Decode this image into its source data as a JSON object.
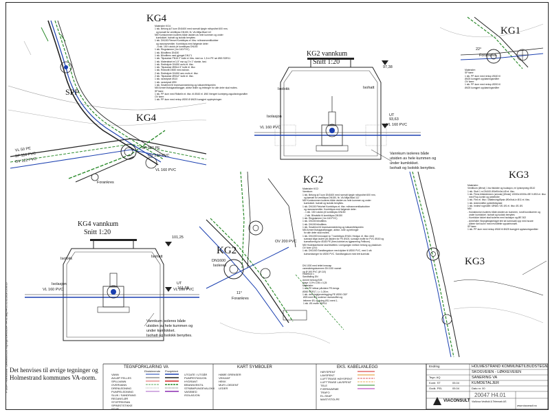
{
  "drawing": {
    "titles": {
      "kg4_top": "KG4",
      "kg4_mid": "KG4",
      "kg1": "KG1",
      "kg2_vannkum": "KG2 vannkum",
      "kg2_snitt": "Snitt 1:20",
      "kg2_plan": "KG2",
      "kg2_plan_b": "KG2",
      "kg3_right": "KG3",
      "kg3_plan": "KG3",
      "kg4_vannkum": "KG4 vannkum",
      "kg4_snitt": "Snitt 1:20",
      "spp": "SPP"
    },
    "section_labels": {
      "isolokk": "Isolokk",
      "isohatt": "Isohatt",
      "isolasjon": "Isolasjon",
      "vl_pvc": "VL 160 PVC",
      "level_top_kg2": "97,38",
      "level_ut_kg2": "93,63",
      "level_top_kg4": "101,25",
      "level_ut_kg4": "161,58",
      "ut_label": "UT",
      "vannkum_note_1": "Vannkum isoleres både",
      "vannkum_note_2": "utsiden av hele kummen og",
      "vannkum_note_3": "under kumlokket.",
      "vannkum_note_4": "Isohatt og Isolokk benyttes."
    },
    "pipe_labels": {
      "sp160": "SP 160 PE",
      "ov200": "OV 200 PVC",
      "vl160": "VL 160 PVC",
      "vl50": "VL 50 PE",
      "sp110": "SP 110 PVC",
      "ov122": "OV 122 PVC",
      "ov200_b": "OV 200 PVC",
      "forankres": "Forankres",
      "angle_22": "22°",
      "angle_11": "11°",
      "dn1600": "DN1600",
      "isoleres": "Isoleres"
    },
    "kg4_spec": "Materialer KG4:\n1 stk. Betong tp7 kum DN1600 med normalt kjegle m/topsthel 600 mm,\n  og komøtl for ventilkyss DN150, fb. VA-Miljø-Blad 112\nNB! Kumkommen isoleres både utsiden av hele kummen og under\n  kumlokket. Isohatt og isolokk benyttes\n1 stk. DN150 Flenset Kombikyss el. tilsv. m/brannventilkobber\n  og ravsnavventiler. Kombikyss med følgende deler:\n  - 6 stk. 150 t-stokk (el kombikyss DN150\n1 stk. Ringstamme (1m 160 PVC)\n1 stk. Blindflens DN150\n1 stk. Blindflens med gjenget DN1\"1\n1 stk. Tilpassbar PN16 2\" kulle el. tilsv. med ca. 1,5 m PE rør Ø63 SDR11\n1 stk. Materialsel m/1,5\" mø og 1\"e 1\" slanke, fast.\n1 stk. Rediskjole DN150 ravfu el. tilsv.\n1 stk. Tilpassbar Ø55x1.5\" kulle el. tilsv.\n1 stk. Redsnitt DN50 med avkran.\n2 stk. Rediskjole DN150 rørs mofs el. tilsv.\n2 stk. Tilpassbar Ø90x2\" kulle el. tilsv.\n1 stk. ravsnipsel Ø110\n1 stk. ravsnipsel Ø90\n1 stk. Smøtrinnl til brannvannsledning og lokkamrfelspedim\nNB! Armert lfutsigaralfangger, aktive ledler og tetinnger for alle deler skal moltes.\nSP fører:\n1 stk. PP-kum med Ridkelin el. tilsv. til Ø160 el. Ø40 ihengert kumbjerg-ragudisningsmåter\nOV fører:\n1 stk. PP-kum med renlop Ø200 Ø Ø425 kumgjert oppbrytningen",
    "kg1_spec": "Materialer:\nSP fører:\n1 stk. PP-kum med renlop Ø160 til\nØ425 kumgjert oppløsningsmåter\nOV fører:\n1 stk. PP-kum med renlop Ø200 til\nØ425 kumgjert oppløsningsmåter",
    "kg2_spec": "Materialer KG2:\nVannkum:\n1 stk. Betong tp7 kum DN1600 med normalt kjegle m/topsthel 600 mm,\n  og kømøtl for ventilkyss DN150, fb. VA-Miljø-Blad 112\nNB! Kumkommen isoleres både utsiden av hele kummen og under\n  kumlokket. Isohatt og isolokk benyttes.\n1 stk. DN150 Flekchef Kombikyss el. tilsv. m/brannventilavkobber\n  og ravsnavventiler. Kombikyss med følgende deler:\n  - 1 stk. 150 t-stokk (el kombikyss DN150\n  - 2 stk. Blindsikk til kombikyss DN150\n1 stk. Ringstamme (1m 160 PVC)\n1 stk. DN150 blindflens\n1 stk. DN150 blindflens\n1 stk. Smøtrinnl til brannvannsledning og lokkamrfelspedim\nNB! Armert lfutsigaralfangger, aktive- rolitr og tetinnger\n  for alle deler skal moltes.\n1 stk. DN1000 Innsnapm tp T kombikyss BYAN, Hedgur, el. tilsv. med\n  sunnøyt kilge-isolert på utsiden for PE Ø100, sunnapt mofle for PVC Ø160 og\n  kumrafsering for Ø160 PE (fires kobrket av tgjøsnering Fellbom).\nNB! Hodestamfanne skal tilsettles i overgangen mellom betong og plaskkum\nOV forer (OV):\n1 stk. DN1000 Sandfangskum med dykker til Ø200 PVC, med 1 stk\n  kumsedavnger for Ø200 PVC. Sandfangskum med tett kumlokk",
    "kg3_spec": "Materialer:\nVentilkum (Ørnst) 1 kw tilsidder og isolasjon, m/ lydsmpning Ø110\n1 stk. Stutt 1 m DN100 Ø0x90x0xLi45 el. tilsv.\n1 stk. Flens bitstedestorn (ørnosk) [Ørnsk] 10000x10000c ØE 5 Ø33 el. tilsv.\n  med Flop-kombi og anbefuller\n1 stk. Flex el. tilsv. i Ølattecing/Øpsiv Ø0x0sxLiv Ø11 el. tilsv.\n1 stk. Ardemmlfter ppådrifofsplate\n1 stk. Innlesf rogmdeit i ØN60 / Ø1 Ø1 el. tilsv. Ø1 Ø1\nNB!\n- Kulvaldonion isoleres både utsiden av kummen, rundt kundkoreen og\n  under kumlokket. Isohatt og isolokk benyttes\n- Kumkluke lokket skal isoleres med isolasjon og ØE 302\n- Anbefuller Skrpsjekkjamfaget tetr lat kumnsakt opp med iscare\n- Alleerr ikel kunn! med rev/Idfelte sppuleirsmøft.\nSP fører:\n1 stk. PP-kum med renlop Ø160 til Ø425 kumgjert oppløsningsmåter",
    "kg2_sub_note": "DN 1000 med tettet innsnap\nvannsikringskummen DN 100/ vannet\nog Ø 160 PVC (Ø 110)",
    "kg2_hode": "Hodebod 1:\nSandfalling DN\nArmert betong B35\nHøye: 0,9*x 0,95 x 0,25\nMaterialer:\n1 stk. PE tettrør påvidere PE-bengs\nØ260 SDR17, L= 1,08 m;\n1 stk. drenringkjerverlegging PE Ø200 ODF\n Ø25 med tied sodenor ravmaruffen og\n lettrerer Ø1 og kuleg-Ø11 ment 1-\n 1 stk. Ø1 muffe SDR11",
    "note_main": "Det henvises til øvrige tegninger og\nHolmestrand kommunes VA-norm.",
    "legend_va": {
      "title": "TEGNFORKLARING VA",
      "col_headers": [
        "Eksisterende",
        "Prosjektert"
      ],
      "left_items": [
        "VANN",
        "AVLØP FELLES",
        "SPILLVANN",
        "OVERVANN",
        "DRENLEDNING",
        "PUMPELEDNING",
        "SLUK / SANDFANG",
        "REGANS-ØR",
        "STOPPEKRAN",
        "SPRØSTSTIKKE",
        "STUP"
      ],
      "right_items": [
        "UTGATE / UTGÅR",
        "PUMPESTASJON",
        "HYDRANT",
        "BRANNVENTIL",
        "STRØMPUNGEVALOKK",
        "VASEBED",
        "ISOLASJON"
      ]
    },
    "legend_kart": {
      "title": "KART SYMBOLER",
      "items": [
        "HØØE GRENSER",
        "VEIKANT",
        "HEKK",
        "MUR LOEDENT",
        "LEDER"
      ]
    },
    "legend_kabel": {
      "title": "EKS. KABELANLEGG",
      "items": [
        "HØYSPENT",
        "LAVSPENT",
        "LUFTTRASE HØYSPENT",
        "LUFTTRASE LAVSPENT",
        "TELE",
        "FJERNVARME",
        "TRAFO",
        "EL-SKAP",
        "MAST/STOLPE"
      ]
    },
    "title_block": {
      "company": "HOLMESTRAND KOMMUNE",
      "company_right": "TILBUDSTEGN",
      "project_line1": "SKOGVEIEN - LØKKEVEIEN",
      "project_line2": "SANERING VA",
      "project_line3": "KUMDETALJER",
      "drawing_no": "20047  H4.01",
      "firm": "VIACONSULT",
      "rev_header": "Endring",
      "label_tegn": "Tegn. AQ",
      "label_kontr": "Kontr. ST",
      "label_godk": "Godk. PEL",
      "label_target": "Dato nr. 00",
      "date1": "05.04",
      "date2": "05.04",
      "footer_small": "ViaNova Vestfold & Telemark AS",
      "website": "www.viaconsult.no"
    },
    "side_note": "P:\\20047 Holmestrand - Løkkeveien\\200 Tegninger\\DWG\\20047 H4.01.dwg  H4.01  31.02.2018 13:06:10"
  }
}
